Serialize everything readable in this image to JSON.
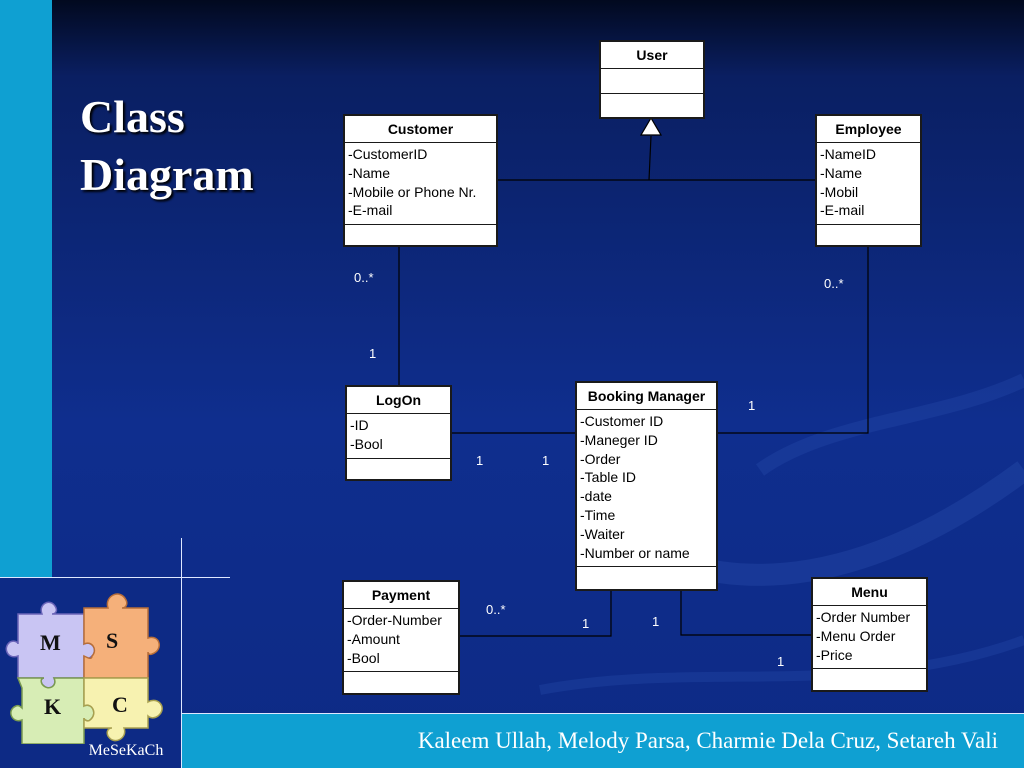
{
  "slide": {
    "title_line1": "Class",
    "title_line2": "Diagram",
    "authors": "Kaleem Ullah, Melody Parsa, Charmie Dela Cruz, Setareh Vali",
    "logo_caption": "MeSeKaCh",
    "logo_letters": [
      "M",
      "S",
      "K",
      "C"
    ]
  },
  "classes": {
    "user": {
      "name": "User",
      "attributes": []
    },
    "customer": {
      "name": "Customer",
      "attributes": [
        "-CustomerID",
        "-Name",
        "-Mobile or Phone Nr.",
        "-E-mail"
      ]
    },
    "employee": {
      "name": "Employee",
      "attributes": [
        "-NameID",
        "-Name",
        "-Mobil",
        "-E-mail"
      ]
    },
    "logon": {
      "name": "LogOn",
      "attributes": [
        "-ID",
        "-Bool"
      ]
    },
    "booking_manager": {
      "name": "Booking Manager",
      "attributes": [
        "-Customer ID",
        "-Maneger ID",
        "-Order",
        "-Table ID",
        "-date",
        "-Time",
        "-Waiter",
        "-Number or name"
      ]
    },
    "payment": {
      "name": "Payment",
      "attributes": [
        "-Order-Number",
        "-Amount",
        "-Bool"
      ]
    },
    "menu": {
      "name": "Menu",
      "attributes": [
        "-Order Number",
        "-Menu Order",
        "-Price"
      ]
    }
  },
  "multiplicities": {
    "customer_logon_customer_end": "0..*",
    "customer_logon_logon_end": "1",
    "employee_booking_employee_end": "0..*",
    "employee_booking_booking_end": "1",
    "logon_booking_logon_end": "1",
    "logon_booking_booking_end": "1",
    "payment_booking_payment_end": "0..*",
    "payment_booking_booking_end": "1",
    "menu_booking_booking_end": "1",
    "menu_booking_menu_end": "1"
  },
  "colors": {
    "background": "#0f2e8e",
    "accent_bar": "#0fa0d2",
    "puzzle_m": "#c9c5f3",
    "puzzle_s": "#f5b07a",
    "puzzle_k": "#d7edb5",
    "puzzle_c": "#f7f2b0"
  }
}
